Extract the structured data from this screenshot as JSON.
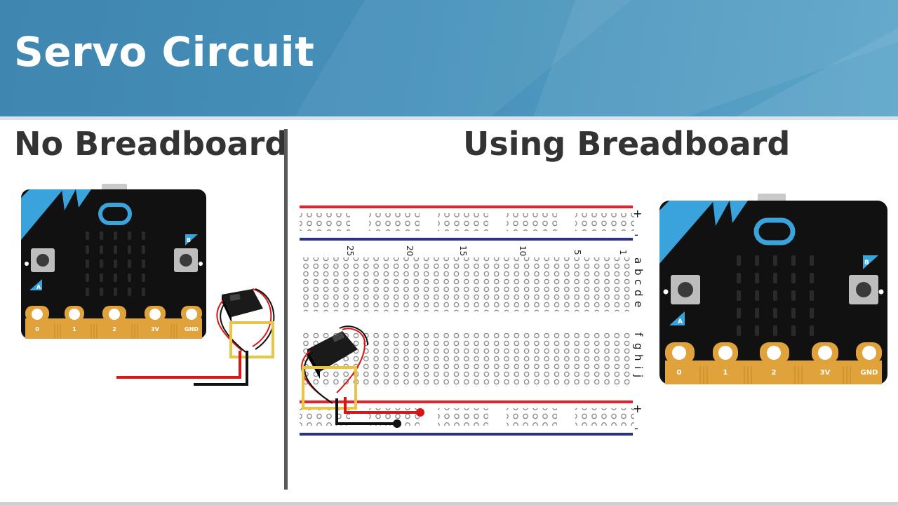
{
  "header": {
    "title": "Servo Circuit"
  },
  "sections": {
    "left_title": "No Breadboard",
    "right_title": "Using Breadboard"
  },
  "microbit": {
    "button_a": "A",
    "button_b": "B",
    "pins": [
      "0",
      "1",
      "2",
      "3V",
      "GND"
    ]
  },
  "breadboard": {
    "plus_label": "+",
    "minus_label": "-",
    "column_numbers": [
      "25",
      "20",
      "15",
      "10",
      "5",
      "1"
    ],
    "upper_row_letters": [
      "a",
      "b",
      "c",
      "d",
      "e"
    ],
    "lower_row_letters": [
      "f",
      "g",
      "h",
      "i",
      "j"
    ]
  },
  "colors": {
    "header_blue": "#4590b9",
    "board_black": "#111111",
    "accent_blue": "#3aa3dc",
    "pin_gold": "#e0a23a",
    "rail_red": "#e8202a",
    "rail_blue": "#2b2f8f",
    "highlight_yellow": "#e9c545",
    "wire_red": "#d91616",
    "wire_black": "#111111"
  }
}
